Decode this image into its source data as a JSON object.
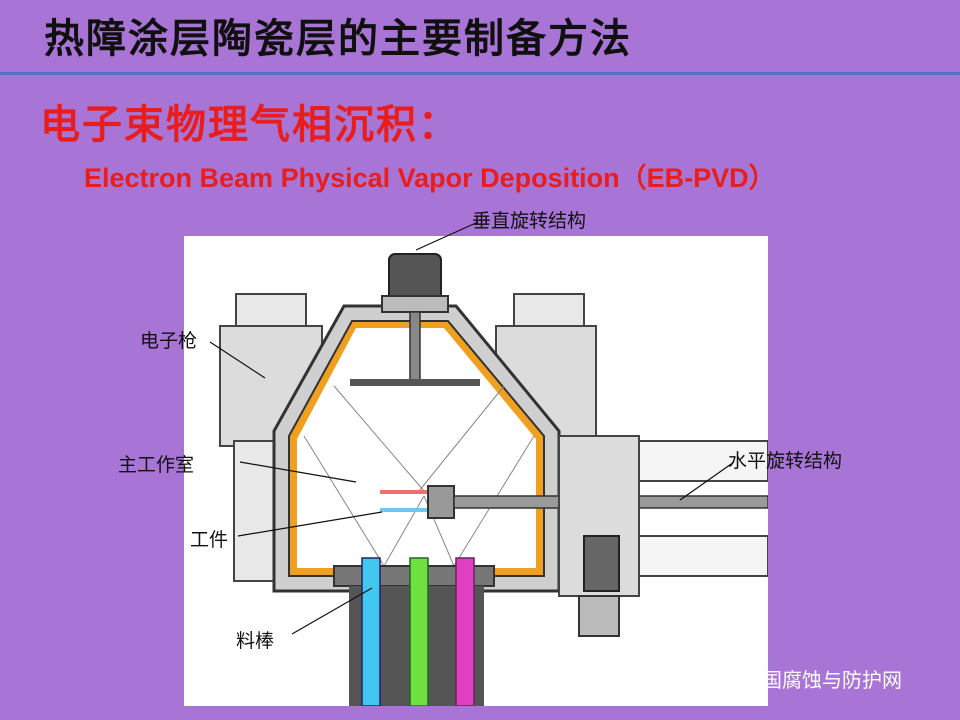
{
  "header": {
    "title": "热障涂层陶瓷层的主要制备方法",
    "subtitle_cn": "电子束物理气相沉积：",
    "subtitle_en": "Electron Beam Physical Vapor Deposition（EB-PVD）"
  },
  "labels": {
    "vertical_rotation": "垂直旋转结构",
    "electron_gun": "电子枪",
    "main_chamber": "主工作室",
    "horizontal_rotation": "水平旋转结构",
    "workpiece": "工件",
    "rods": "料棒"
  },
  "watermark": {
    "text": "中国腐蚀与防护网",
    "icon": "wechat-icon"
  },
  "colors": {
    "background": "#a874d6",
    "title_red": "#e81e1e",
    "chamber_orange": "#f0a020",
    "rod_cyan": "#40c8f0",
    "rod_green": "#70e040",
    "rod_magenta": "#e040c0"
  }
}
